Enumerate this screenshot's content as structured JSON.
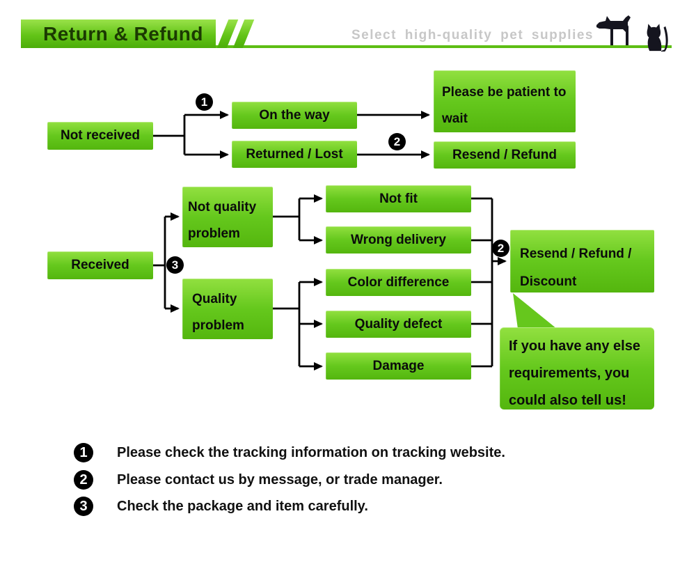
{
  "header": {
    "title": "Return & Refund",
    "tagline": "Select high-quality pet supplies"
  },
  "flow": {
    "not_received": "Not received",
    "on_the_way": "On the way",
    "please_wait": "Please be patient to wait",
    "returned_lost": "Returned / Lost",
    "resend_refund": "Resend / Refund",
    "received": "Received",
    "not_quality": "Not quality problem",
    "quality": "Quality problem",
    "not_fit": "Not fit",
    "wrong_delivery": "Wrong delivery",
    "color_difference": "Color difference",
    "quality_defect": "Quality defect",
    "damage": "Damage",
    "resend_refund_discount": "Resend / Refund / Discount",
    "bubble": "If you have any else requirements, you could also tell us!"
  },
  "markers": {
    "step1": "1",
    "step2": "2",
    "step3": "3"
  },
  "legend": {
    "items": [
      {
        "num": "1",
        "text": "Please check the tracking information on tracking website."
      },
      {
        "num": "2",
        "text": "Please contact us by message, or trade manager."
      },
      {
        "num": "3",
        "text": "Check the package and item carefully."
      }
    ]
  },
  "colors": {
    "box_green_light": "#92e040",
    "box_green_dark": "#54b60e",
    "header_green": "#63c418",
    "title_text": "#1b3a02",
    "tagline_gray": "#c7c7c7",
    "line_black": "#000000"
  }
}
